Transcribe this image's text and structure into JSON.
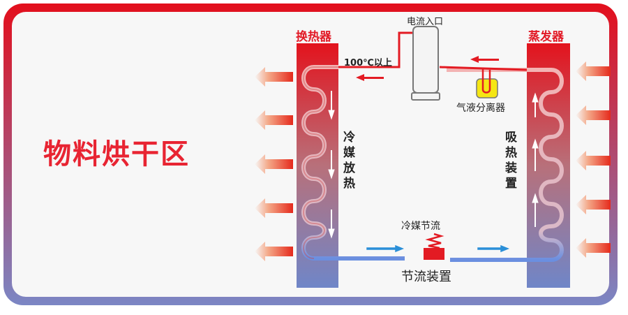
{
  "diagram": {
    "zone_label": "物料烘干区",
    "left_column": {
      "title": "换热器",
      "side_label": "冷媒放热"
    },
    "right_column": {
      "title": "蒸发器",
      "side_label": "吸热装置"
    },
    "compressor_label": "电流入口",
    "temperature_label": "100℃以上",
    "separator_label": "气液分离器",
    "throttle_top_label": "冷媒节流",
    "throttle_bottom_label": "节流装置",
    "colors": {
      "hot": "#e30f1c",
      "cold": "#7b86c4",
      "flow_blue": "#2a8fd8",
      "separator_yellow": "#f5e614"
    }
  }
}
